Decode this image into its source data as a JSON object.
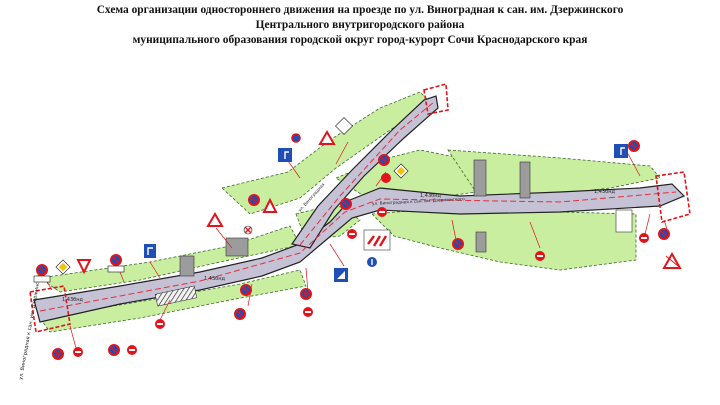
{
  "title": {
    "line1": "Схема организации одностороннего движения на проезде  по ул. Виноградная к сан. им. Дзержинского",
    "line2": "Центрального внутригородского района",
    "line3": "муниципального образования городской округ город-курорт Сочи Краснодарского края"
  },
  "map": {
    "street_label_left": "ул. Виноградная к сан. им. Дзержинского",
    "street_label_middle": "ул. Виноградная к сан. им. Дзержинского",
    "street_label_branch": "ул. Виноградная",
    "road_width_labels": [
      "1,43бнд",
      "1,43бнд",
      "1,43бнд",
      "1,43бнд"
    ],
    "colors": {
      "road": "#c6c2d6",
      "green_area": "#c9eea0",
      "curb": "#2b2b2b",
      "sign_red": "#e1141c",
      "sign_blue": "#1f4fb4",
      "axis_red": "#e0303a"
    }
  }
}
